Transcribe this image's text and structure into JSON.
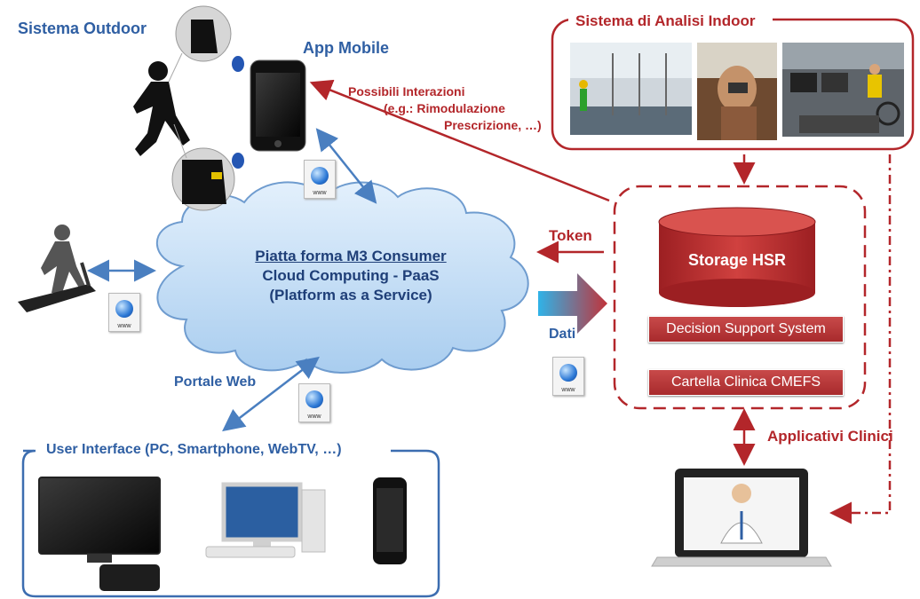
{
  "labels": {
    "sistema_outdoor": "Sistema Outdoor",
    "app_mobile": "App Mobile",
    "sistema_indoor": "Sistema di Analisi Indoor",
    "interazioni_1": "Possibili Interazioni",
    "interazioni_2": "(e.g.: Rimodulazione",
    "interazioni_3": "Prescrizione, …)",
    "token": "Token",
    "dati": "Dati",
    "portale_web": "Portale Web",
    "user_interface": "User Interface (PC, Smartphone, WebTV, …)",
    "applicativi_clinici": "Applicativi Clinici"
  },
  "cloud": {
    "line1": "Piatta forma M3 Consumer",
    "line2": "Cloud Computing - PaaS",
    "line3": "(Platform as a Service)"
  },
  "storage": {
    "title": "Storage HSR",
    "dss": "Decision Support System",
    "cartella": "Cartella Clinica CMEFS"
  },
  "icons": {
    "www": "www"
  },
  "colors": {
    "accent_red": "#b3262a",
    "accent_blue": "#2f5fa3",
    "cloud_fill": "#bcd8f2"
  }
}
